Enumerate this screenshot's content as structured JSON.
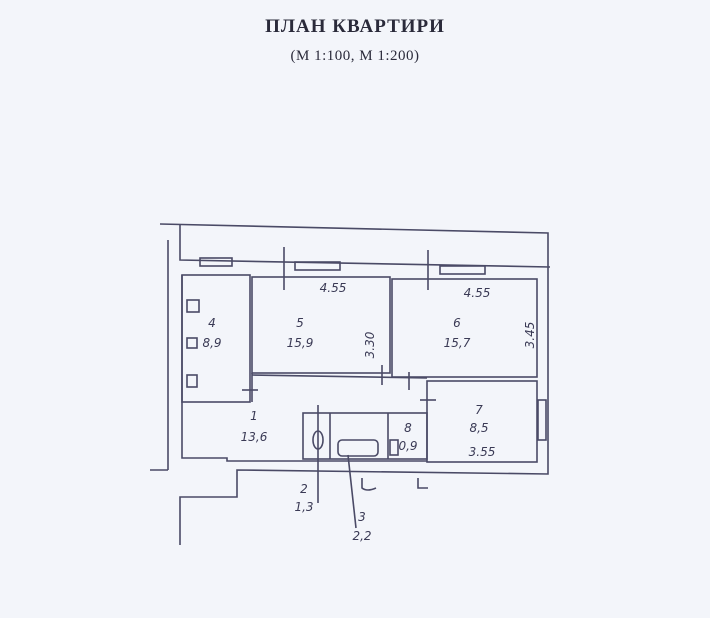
{
  "document": {
    "title": "ПЛАН  КВАРТИРИ",
    "subtitle": "(М 1:100, М 1:200)"
  },
  "plan": {
    "rooms": [
      {
        "number": "1",
        "area": "13,6"
      },
      {
        "number": "2",
        "area": "1,3"
      },
      {
        "number": "3",
        "area": "2,2"
      },
      {
        "number": "4",
        "area": "8,9"
      },
      {
        "number": "5",
        "area": "15,9"
      },
      {
        "number": "6",
        "area": "15,7"
      },
      {
        "number": "7",
        "area": "8,5"
      },
      {
        "number": "8",
        "area": "0,9"
      }
    ],
    "dimensions": [
      "4.55",
      "4.55",
      "3.30",
      "3.45",
      "3.55"
    ]
  },
  "colors": {
    "paper": "#f3f5fa",
    "ink": "#4a4a66"
  }
}
